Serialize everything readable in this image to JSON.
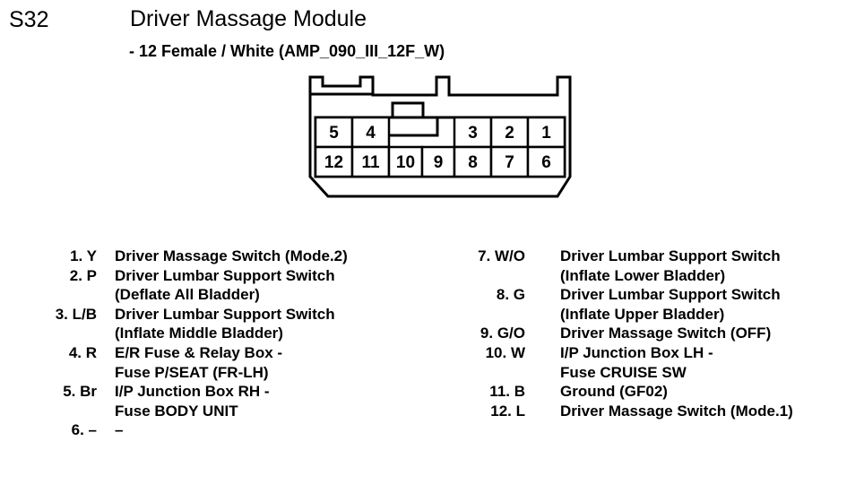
{
  "header": {
    "connector_code": "S32",
    "module_title": "Driver  Massage Module",
    "connector_spec": "- 12 Female / White (AMP_090_III_12F_W)"
  },
  "connector": {
    "type": "12-way female connector",
    "top_row": [
      "5",
      "4",
      "3",
      "2",
      "1"
    ],
    "bottom_row": [
      "12",
      "11",
      "10",
      "9",
      "8",
      "7",
      "6"
    ],
    "outline_color": "#000000",
    "body_color": "#ffffff"
  },
  "pins": {
    "left_column": [
      {
        "label": "1. Y",
        "desc": "Driver Massage Switch (Mode.2)"
      },
      {
        "label": "2. P",
        "desc": "Driver Lumbar Support Switch"
      },
      {
        "label": "",
        "desc": "(Deflate All Bladder)"
      },
      {
        "label": "3. L/B",
        "desc": "Driver Lumbar Support Switch"
      },
      {
        "label": "",
        "desc": "(Inflate Middle Bladder)"
      },
      {
        "label": "4. R",
        "desc": "E/R Fuse & Relay Box  -"
      },
      {
        "label": "",
        "desc": "Fuse P/SEAT (FR-LH)"
      },
      {
        "label": "5. Br",
        "desc": "I/P Junction Box RH -"
      },
      {
        "label": "",
        "desc": "Fuse BODY UNIT"
      },
      {
        "label": "6. –",
        "desc": "–"
      }
    ],
    "right_column": [
      {
        "label": "7. W/O",
        "desc": "Driver Lumbar Support Switch"
      },
      {
        "label": "",
        "desc": "(Inflate Lower Bladder)"
      },
      {
        "label": "8. G",
        "desc": "Driver Lumbar Support Switch"
      },
      {
        "label": "",
        "desc": "(Inflate Upper Bladder)"
      },
      {
        "label": "9. G/O",
        "desc": "Driver Massage Switch (OFF)"
      },
      {
        "label": "10. W",
        "desc": "I/P Junction Box LH -"
      },
      {
        "label": "",
        "desc": "Fuse CRUISE SW"
      },
      {
        "label": "11. B",
        "desc": "Ground (GF02)"
      },
      {
        "label": "12. L",
        "desc": "Driver Massage Switch (Mode.1)"
      }
    ]
  }
}
